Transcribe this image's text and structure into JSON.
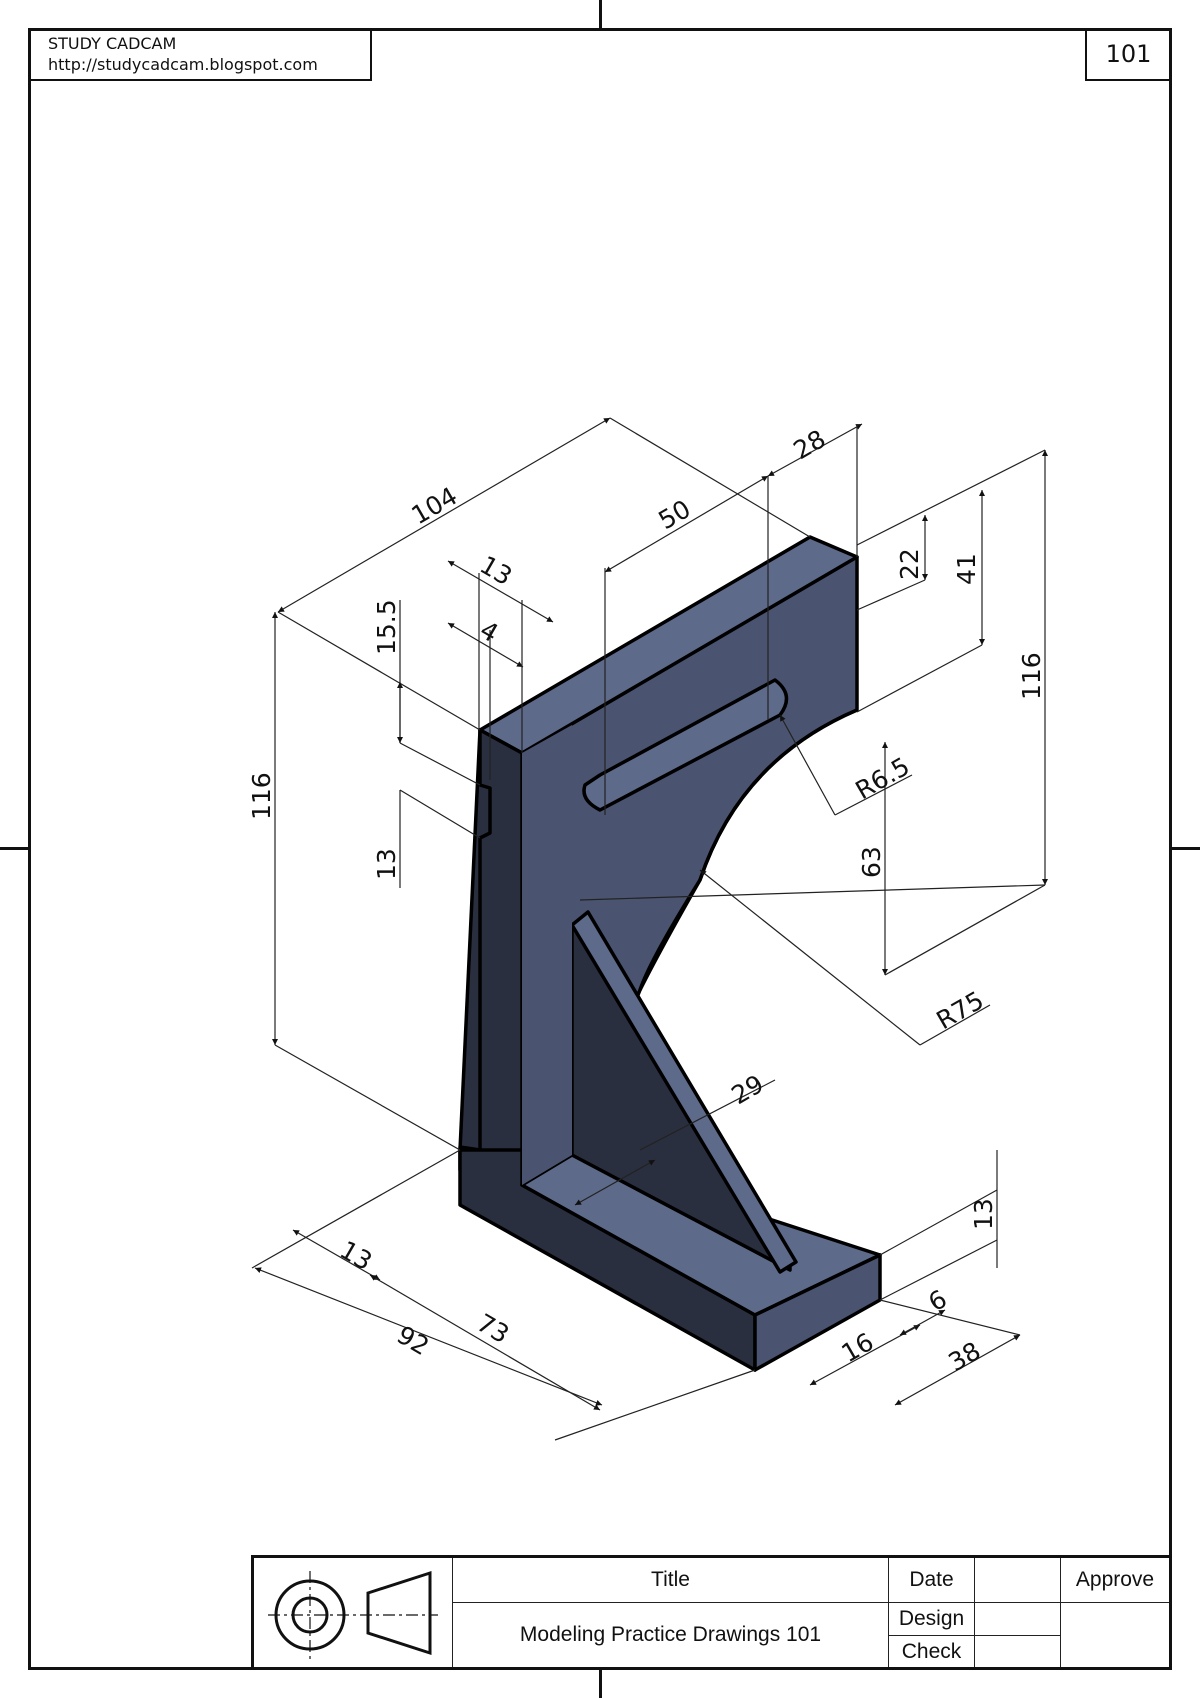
{
  "header": {
    "brand": "STUDY CADCAM",
    "url": "http://studycadcam.blogspot.com",
    "sheet_number": "101"
  },
  "drawing": {
    "part": "L-bracket with slotted upright, R75 arc cutout and triangular rib",
    "colors": {
      "face_light": "#5e6a8a",
      "face_mid": "#4a5470",
      "face_dark": "#2a2f3f",
      "outline": "#000000",
      "dimension_line": "#222222"
    },
    "dimensions": {
      "overall_length": "104",
      "slot_offset": "50",
      "upright_thickness_top": "28",
      "step_width": "13",
      "step_depth": "4",
      "step_top_height": "15.5",
      "step_notch_height": "13",
      "overall_height_left": "116",
      "overall_height_right": "116",
      "slot_center_from_top": "22",
      "slot_bottom_from_top": "41",
      "slot_radius": "R6.5",
      "arc_height": "63",
      "arc_radius": "R75",
      "rib_offset": "29",
      "base_thickness": "13",
      "base_step_width": "13",
      "base_inner_length": "73",
      "base_overall_length": "92",
      "rib_thickness": "6",
      "rib_from_edge": "16",
      "base_width": "38"
    }
  },
  "title_block": {
    "title_label": "Title",
    "title_value": "Modeling Practice Drawings 101",
    "date_label": "Date",
    "design_label": "Design",
    "check_label": "Check",
    "approve_label": "Approve",
    "date_value": "",
    "design_value": "",
    "check_value": "",
    "approve_value": "",
    "projection_symbol": "first-angle-projection-icon"
  }
}
